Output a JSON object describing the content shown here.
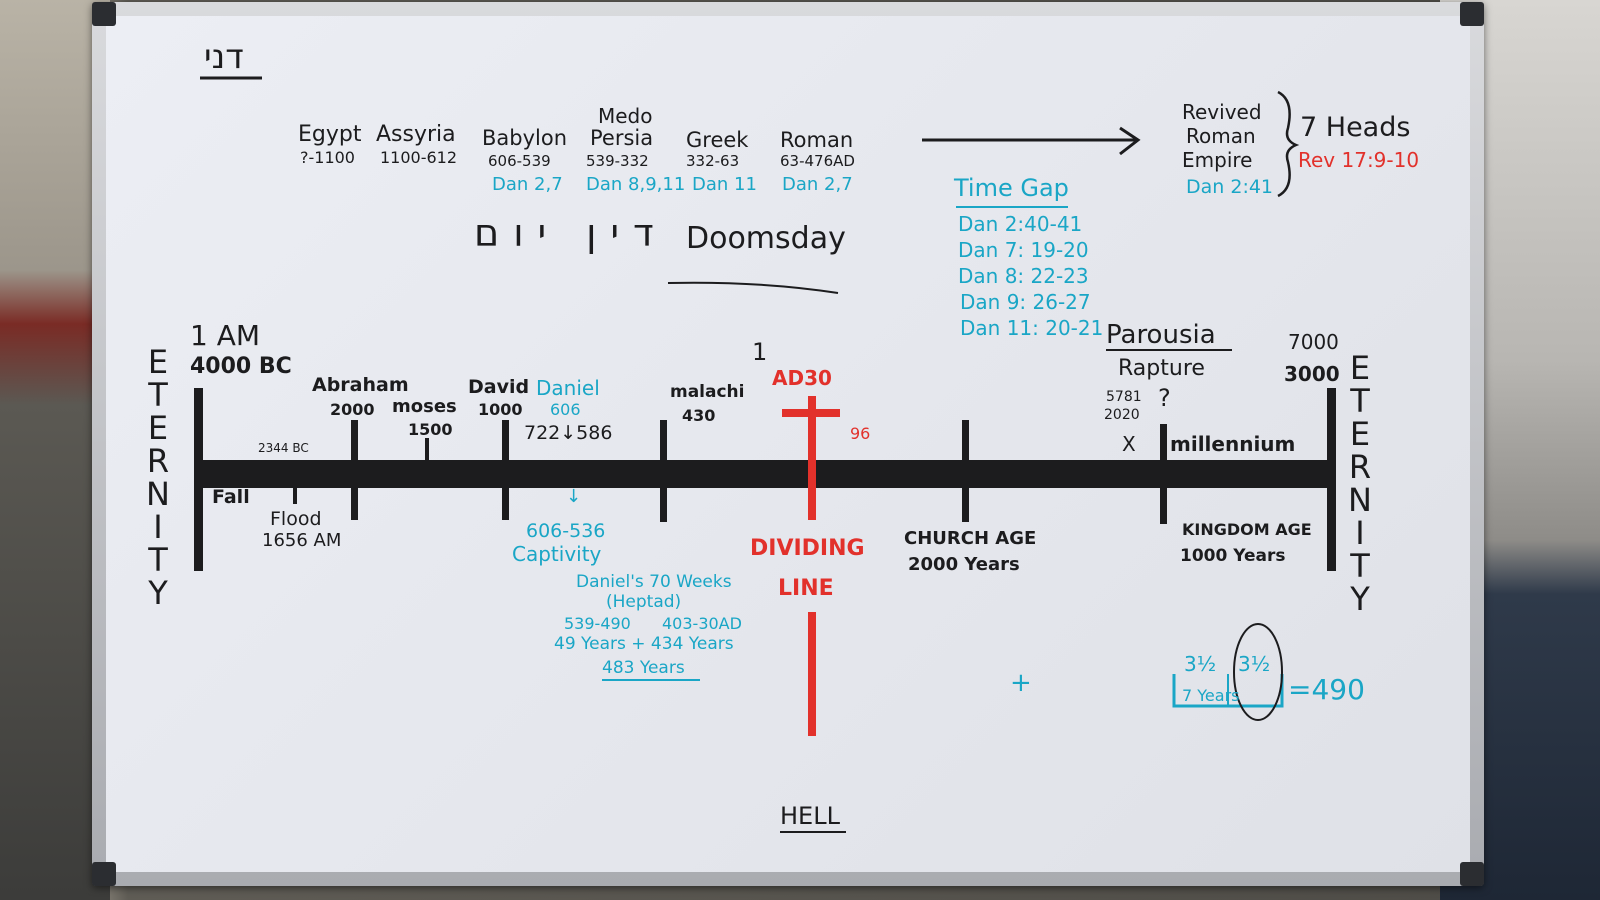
{
  "board": {
    "hebrew_title": "דני",
    "empires": [
      {
        "name": "Egypt",
        "dates": "?-1100",
        "refs": ""
      },
      {
        "name": "Assyria",
        "dates": "1100-612",
        "refs": ""
      },
      {
        "name": "Babylon",
        "dates": "606-539",
        "refs": "Dan 2,7"
      },
      {
        "name": "Medo Persia",
        "dates": "539-332",
        "refs": "Dan 8,9,11"
      },
      {
        "name": "Greek",
        "dates": "332-63",
        "refs": "Dan 11"
      },
      {
        "name": "Roman",
        "dates": "63-476AD",
        "refs": "Dan 2,7"
      }
    ],
    "medo": "Medo",
    "persia": "Persia",
    "revived": [
      "Revived",
      "Roman",
      "Empire"
    ],
    "revived_ref": "Dan 2:41",
    "seven_heads": "7 Heads",
    "rev_ref": "Rev 17:9-10",
    "hebrew_phrase": "דין יום",
    "doomsday": "Doomsday",
    "time_gap_title": "Time Gap",
    "time_gap_refs": [
      "Dan 2:40-41",
      "Dan 7: 19-20",
      "Dan 8: 22-23",
      "Dan 9: 26-27",
      "Dan 11: 20-21"
    ],
    "eternity": "ETERNITY",
    "one_am": "1 AM",
    "bc4000": "4000 BC",
    "fall": "Fall",
    "bc2344": "2344 BC",
    "flood": "Flood",
    "flood_am": "1656 AM",
    "abraham": "Abraham",
    "abraham_date": "2000",
    "moses": "moses",
    "moses_date": "1500",
    "david": "David",
    "david_date": "1000",
    "daniel": "Daniel",
    "daniel_date": "606",
    "split_dates": "722↓586",
    "down_arrow": "↓",
    "captivity_dates": "606-536",
    "captivity": "Captivity",
    "weeks": "Daniel's 70 Weeks",
    "heptad": "(Heptad)",
    "weeks_a": "539-490",
    "weeks_b": "403-30AD",
    "weeks_years": "49 Years + 434 Years",
    "weeks_total": "483 Years",
    "malachi": "malachi",
    "malachi_date": "430",
    "one": "1",
    "ad30": "AD30",
    "ninety_six": "96",
    "dividing": "DIVIDING",
    "line": "LINE",
    "church_age": "CHURCH AGE",
    "church_years": "2000 Years",
    "parousia": "Parousia",
    "rapture": "Rapture",
    "year_5781": "5781",
    "year_2020": "2020",
    "question": "?",
    "x_mark": "X",
    "millennium": "millennium",
    "seven_thousand": "7000",
    "three_thousand": "3000",
    "kingdom_age": "KINGDOM AGE",
    "kingdom_years": "1000 Years",
    "plus": "+",
    "half_a": "3½",
    "half_b": "3½",
    "seven_years": "7 Years",
    "eq490": "=490",
    "hell": "HELL",
    "colors": {
      "black_ink": "#1c1c1e",
      "blue_ink": "#1aa6c6",
      "red_ink": "#e2312b"
    }
  }
}
